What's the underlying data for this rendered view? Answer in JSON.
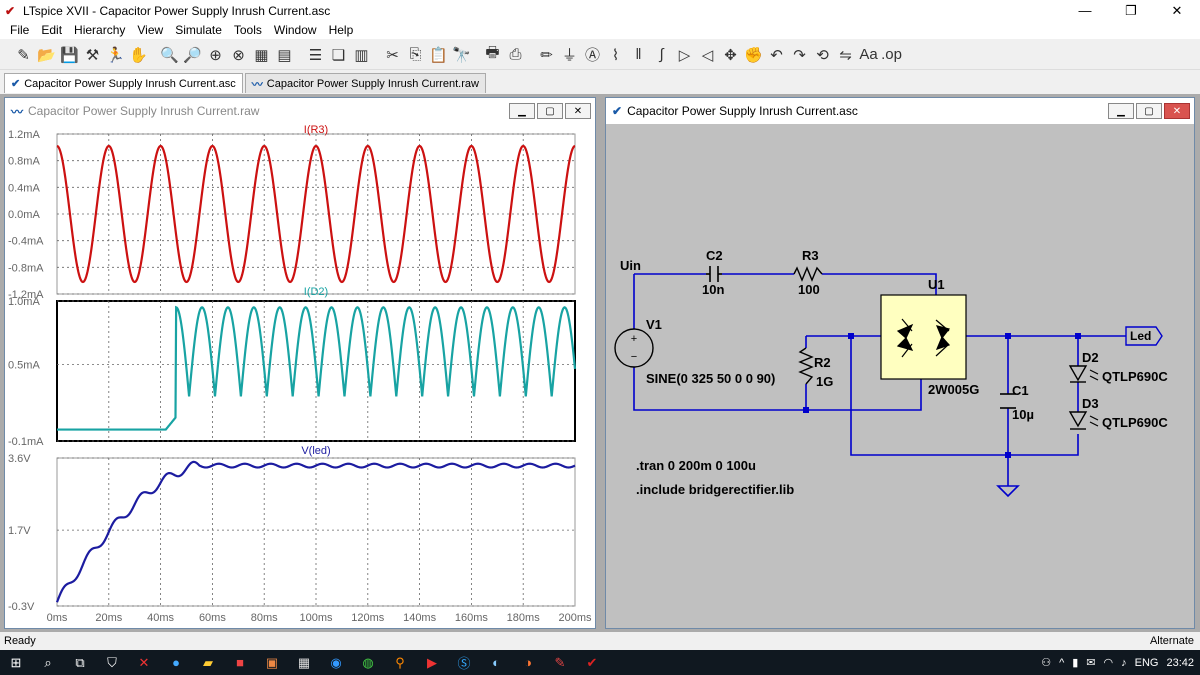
{
  "window": {
    "title": "LTspice XVII - Capacitor Power Supply Inrush Current.asc"
  },
  "menu": [
    "File",
    "Edit",
    "Hierarchy",
    "View",
    "Simulate",
    "Tools",
    "Window",
    "Help"
  ],
  "tabs": [
    {
      "label": "Capacitor Power Supply Inrush Current.asc",
      "active": true
    },
    {
      "label": "Capacitor Power Supply Inrush Current.raw",
      "active": false
    }
  ],
  "waveform_window": {
    "title": "Capacitor Power Supply Inrush Current.raw",
    "x_ticks": [
      "0ms",
      "20ms",
      "40ms",
      "60ms",
      "80ms",
      "100ms",
      "120ms",
      "140ms",
      "160ms",
      "180ms",
      "200ms"
    ]
  },
  "chart_data": [
    {
      "type": "line",
      "title": "I(R3)",
      "y_ticks": [
        "1.2mA",
        "0.8mA",
        "0.4mA",
        "0.0mA",
        "-0.4mA",
        "-0.8mA",
        "-1.2mA"
      ],
      "ylim": [
        -1.2,
        1.2
      ],
      "xlim": [
        0,
        200
      ],
      "color": "#cc1111",
      "series": [
        {
          "shape": "sine",
          "amplitude_mA": 1.02,
          "frequency_hz": 50
        }
      ]
    },
    {
      "type": "line",
      "title": "I(D2)",
      "y_ticks": [
        "1.0mA",
        "0.5mA",
        "-0.1mA"
      ],
      "ylim": [
        -0.1,
        1.0
      ],
      "xlim": [
        0,
        200
      ],
      "color": "#18a3a3",
      "series": [
        {
          "shape": "rectified_sine",
          "baseline_mA": -0.01,
          "turn_on_ms": 46,
          "ripple_min_mA": 0.25,
          "ripple_max_mA": 0.95,
          "frequency_hz": 100
        }
      ]
    },
    {
      "type": "line",
      "title": "V(led)",
      "y_ticks": [
        "3.6V",
        "1.7V",
        "-0.3V"
      ],
      "ylim": [
        -0.3,
        3.6
      ],
      "xlim": [
        0,
        200
      ],
      "color": "#1c1ca0",
      "series": [
        {
          "shape": "rc_charge",
          "start_V": -0.2,
          "final_V": 3.4,
          "settle_ms": 55
        }
      ]
    }
  ],
  "schematic_window": {
    "title": "Capacitor Power Supply Inrush Current.asc",
    "labels": {
      "uin": "Uin",
      "c2_name": "C2",
      "c2_value": "10n",
      "r3_name": "R3",
      "r3_value": "100",
      "u1_name": "U1",
      "u1_part": "2W005G",
      "v1_name": "V1",
      "v1_value": "SINE(0 325 50 0 0 90)",
      "r2_name": "R2",
      "r2_value": "1G",
      "c1_name": "C1",
      "c1_value": "10µ",
      "d2_name": "D2",
      "d2_part": "QTLP690C",
      "d3_name": "D3",
      "d3_part": "QTLP690C",
      "led_net": "Led",
      "directive1": ".tran 0 200m 0 100u",
      "directive2": ".include bridgerectifier.lib"
    }
  },
  "statusbar": {
    "left": "Ready",
    "right": "Alternate"
  },
  "taskbar": {
    "language": "ENG",
    "time": "23:42"
  }
}
